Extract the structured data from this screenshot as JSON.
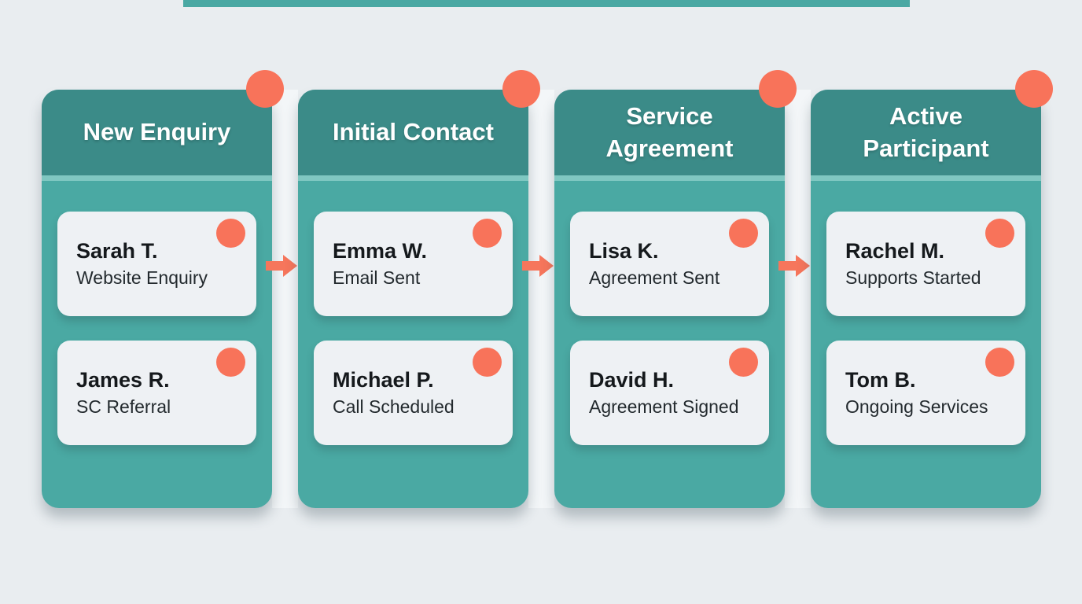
{
  "page": {
    "background": "#e9edf0",
    "top_strip_color": "#4aa8a3",
    "accent_orange": "#f8735a",
    "column_header_color": "#3b8b88",
    "column_body_color": "#4aa9a3",
    "divider_color": "#7fc7c1",
    "card_color": "#eef1f4"
  },
  "board": {
    "columns": [
      {
        "title": "New Enquiry",
        "cards": [
          {
            "name": "Sarah T.",
            "status": "Website Enquiry"
          },
          {
            "name": "James R.",
            "status": "SC Referral"
          }
        ]
      },
      {
        "title": "Initial Contact",
        "cards": [
          {
            "name": "Emma W.",
            "status": "Email Sent"
          },
          {
            "name": "Michael P.",
            "status": "Call Scheduled"
          }
        ]
      },
      {
        "title": "Service Agreement",
        "cards": [
          {
            "name": "Lisa K.",
            "status": "Agreement Sent"
          },
          {
            "name": "David H.",
            "status": "Agreement Signed"
          }
        ]
      },
      {
        "title": "Active Participant",
        "cards": [
          {
            "name": "Rachel M.",
            "status": "Supports Started"
          },
          {
            "name": "Tom B.",
            "status": "Ongoing Services"
          }
        ]
      }
    ]
  }
}
